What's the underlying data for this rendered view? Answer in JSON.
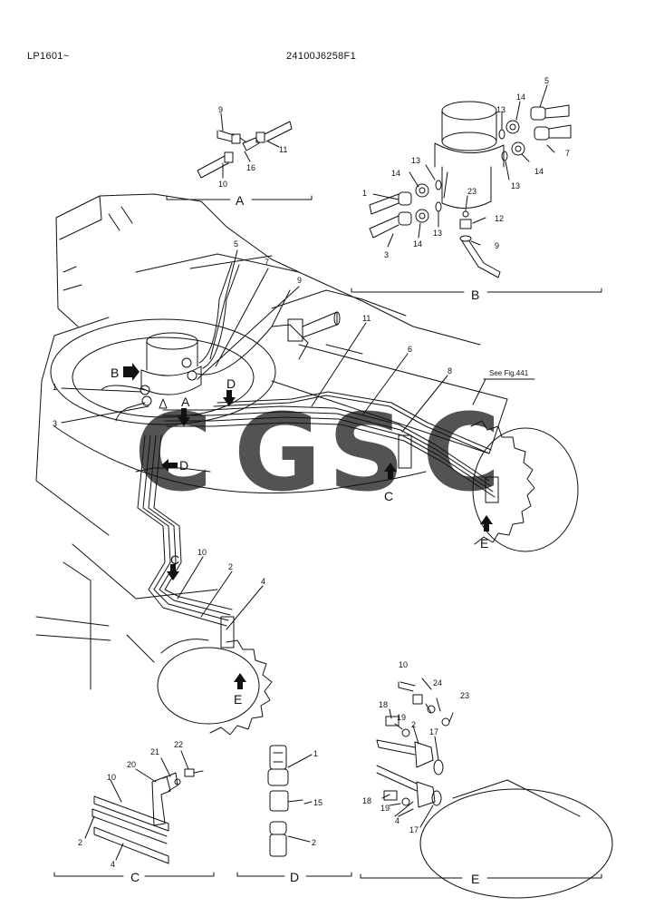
{
  "header": {
    "model": "LP1601~",
    "part_no": "24100J6258F1"
  },
  "views": {
    "A": "A",
    "B": "B",
    "C": "C",
    "D": "D",
    "E": "E"
  },
  "main_labels": {
    "n5": "5",
    "n7": "7",
    "n9": "9",
    "n11": "11",
    "n6": "6",
    "n8": "8",
    "n1": "1",
    "n3": "3",
    "n10": "10",
    "n2": "2",
    "n4": "4",
    "arrowA": "A",
    "arrowB": "B",
    "arrowD1": "D",
    "arrowD2": "D",
    "arrowC1": "C",
    "arrowC2": "C",
    "arrowE1": "E",
    "arrowE2": "E",
    "see_fig": "See Fig.441"
  },
  "detail_A": {
    "n9": "9",
    "n11": "11",
    "n16": "16",
    "n10": "10"
  },
  "detail_B": {
    "n5": "5",
    "n14a": "14",
    "n13a": "13",
    "n7": "7",
    "n14b": "14",
    "n13b": "13",
    "n13c": "13",
    "n14c": "14",
    "n1": "1",
    "n23": "23",
    "n12": "12",
    "n14d": "14",
    "n13d": "13",
    "n3": "3",
    "n9": "9"
  },
  "detail_C": {
    "n22": "22",
    "n21": "21",
    "n20": "20",
    "n10": "10",
    "n2": "2",
    "n4": "4"
  },
  "detail_D": {
    "n1": "1",
    "n15": "15",
    "n2": "2"
  },
  "detail_E": {
    "n10": "10",
    "n24": "24",
    "n23": "23",
    "n18a": "18",
    "n19a": "19",
    "n2": "2",
    "n17a": "17",
    "n18b": "18",
    "n19b": "19",
    "n4": "4",
    "n17b": "17"
  },
  "watermark": {
    "letters": [
      "C",
      "G",
      "S",
      "C"
    ],
    "colors": [
      "#3d8ff0",
      "#f0655a",
      "#f5cf3c",
      "#2fb07a"
    ]
  }
}
